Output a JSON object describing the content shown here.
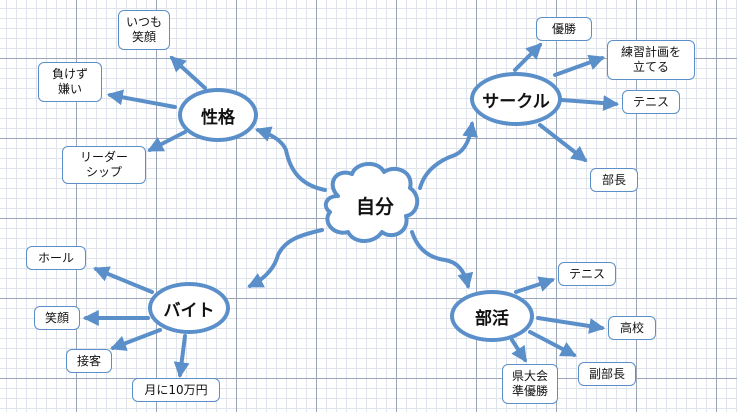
{
  "colors": {
    "accent": "#5b8fc9",
    "grid_major": "#9aa6b8",
    "grid_minor": "#dfe4ec"
  },
  "center": {
    "label": "自分"
  },
  "branches": {
    "seikaku": {
      "label": "性格",
      "children": [
        "いつも\n笑顔",
        "負けず\n嫌い",
        "リーダー\nシップ"
      ]
    },
    "circle": {
      "label": "サークル",
      "children": [
        "優勝",
        "練習計画を\n立てる",
        "テニス",
        "部長"
      ]
    },
    "baito": {
      "label": "バイト",
      "children": [
        "ホール",
        "笑顔",
        "接客",
        "月に10万円"
      ]
    },
    "bukatsu": {
      "label": "部活",
      "children": [
        "テニス",
        "高校",
        "副部長",
        "県大会\n準優勝"
      ]
    }
  }
}
